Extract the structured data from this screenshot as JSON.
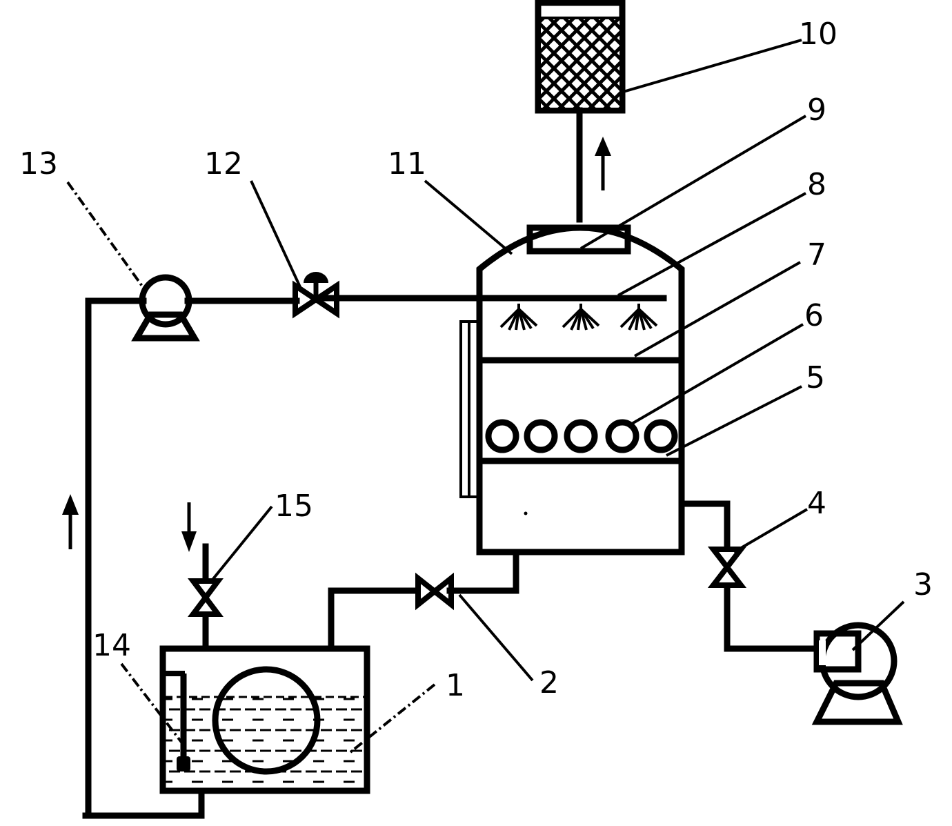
{
  "labels": {
    "l1": "1",
    "l2": "2",
    "l3": "3",
    "l4": "4",
    "l5": "5",
    "l6": "6",
    "l7": "7",
    "l8": "8",
    "l9": "9",
    "l10": "10",
    "l11": "11",
    "l12": "12",
    "l13": "13",
    "l14": "14",
    "l15": "15"
  },
  "colors": {
    "stroke": "#000000",
    "background": "#ffffff"
  }
}
